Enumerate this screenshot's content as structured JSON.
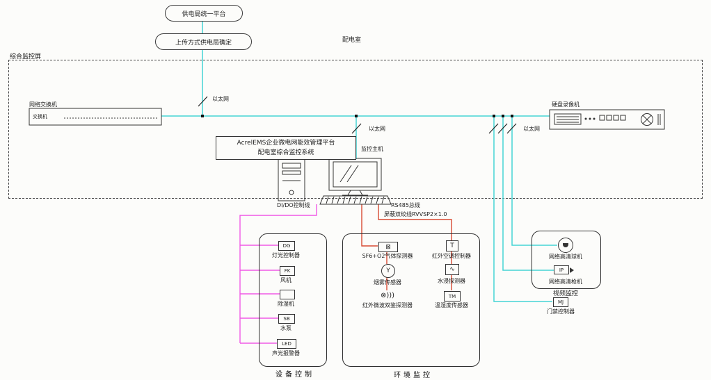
{
  "diagram": {
    "top_nodes": {
      "power_bureau": "供电局统一平台",
      "upload_method": "上传方式供电局确定"
    },
    "section_labels": {
      "distribution_room": "配电室",
      "integrated_screen": "综合监控屏"
    },
    "network": {
      "switch_title": "网络交换机",
      "switch_inner": "交换机",
      "ethernet_top": "以太网",
      "ethernet_mid": "以太网",
      "ethernet_right": "以太网",
      "dvr_title": "硬盘录像机",
      "host_label": "监控主机",
      "platform_line1": "AcrelEMS企业微电网能效管理平台",
      "platform_line2": "配电室综合监控系统"
    },
    "bus_labels": {
      "dido": "DI/DO控制线",
      "rs485": "RS485总线",
      "shielded": "屏蔽双绞线RVVSP2×1.0"
    },
    "device_control": {
      "title": "设备控制",
      "items": [
        {
          "icon": "DG",
          "label": "灯光控制器"
        },
        {
          "icon": "FK",
          "label": "风机"
        },
        {
          "icon": "",
          "label": "除湿机"
        },
        {
          "icon": "SB",
          "label": "水泵"
        },
        {
          "icon": "LED",
          "label": "声光报警器"
        }
      ]
    },
    "env_monitoring": {
      "title": "环境监控",
      "left_items": [
        {
          "icon": "⊠",
          "label": "SF6+O2气体探测器"
        },
        {
          "icon": "Y",
          "label": "烟雾传感器"
        },
        {
          "icon": "⊗)))",
          "label": "红外微波双鉴探测器"
        }
      ],
      "right_items": [
        {
          "icon": "T",
          "label": "红外空调控制器"
        },
        {
          "icon": "∿",
          "label": "水浸探测器"
        },
        {
          "icon": "TM",
          "label": "温湿度传感器"
        }
      ]
    },
    "video": {
      "title": "视频监控",
      "dome_label": "网络高清球机",
      "bullet_icon": "IP",
      "bullet_label": "网络高清枪机",
      "access_icon": "MJ",
      "access_label": "门禁控制器"
    },
    "legend_colors": {
      "ethernet_line": "#45d4d4",
      "rs485_line": "#d84a32",
      "dido_line": "#f05ae6"
    }
  }
}
